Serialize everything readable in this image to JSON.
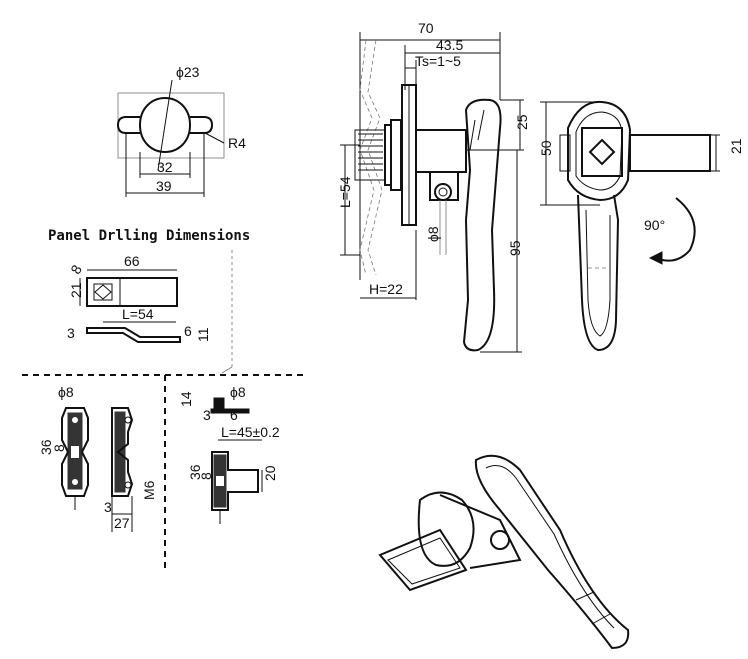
{
  "heading": "Panel Drlling Dimensions",
  "cutout": {
    "dia": "ϕ23",
    "r": "R4",
    "w1": "32",
    "w2": "39"
  },
  "side": {
    "d70": "70",
    "d435": "43.5",
    "ts": "Ts=1~5",
    "d25": "25",
    "d95": "95",
    "l54": "L=54",
    "h22": "H=22",
    "phi8": "ϕ8"
  },
  "front": {
    "d50": "50",
    "d21": "21",
    "rot": "90°"
  },
  "cam": {
    "d66": "66",
    "d8": "8",
    "d21": "21",
    "l54": "L=54",
    "d3": "3",
    "d6": "6",
    "d11": "11"
  },
  "rod1": {
    "phi8": "ϕ8",
    "d36": "36",
    "d8": "8",
    "d3": "3",
    "d27": "27",
    "m6": "M6"
  },
  "rod2": {
    "d14": "14",
    "d3": "3",
    "phi8": "ϕ8",
    "d6": "6",
    "l45": "L=45±0.2",
    "d36": "36",
    "d8": "8",
    "d20": "20"
  }
}
